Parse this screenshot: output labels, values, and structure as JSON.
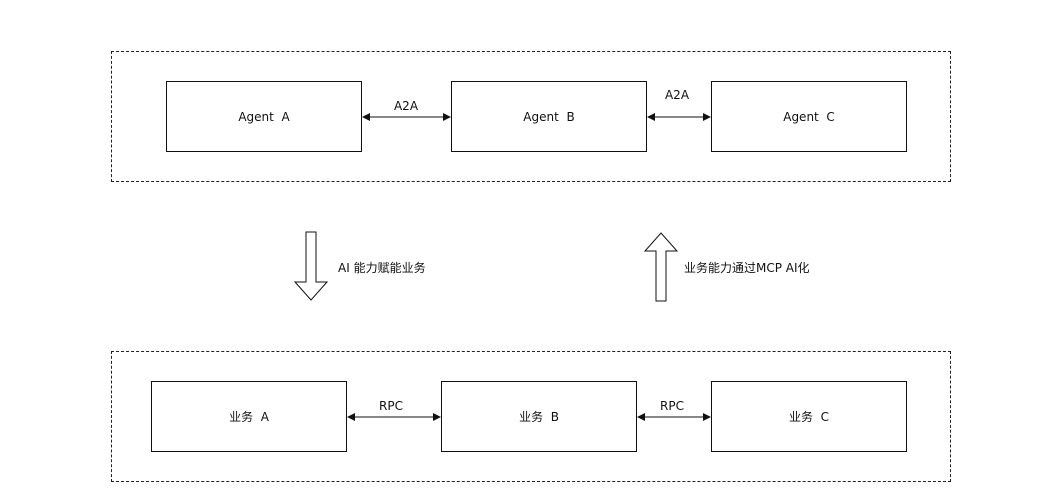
{
  "top_group": {
    "agents": [
      {
        "label": "Agent  A"
      },
      {
        "label": "Agent  B"
      },
      {
        "label": "Agent  C"
      }
    ],
    "links": [
      {
        "label": "A2A"
      },
      {
        "label": "A2A"
      }
    ]
  },
  "bottom_group": {
    "services": [
      {
        "label": "业务  A"
      },
      {
        "label": "业务  B"
      },
      {
        "label": "业务  C"
      }
    ],
    "links": [
      {
        "label": "RPC"
      },
      {
        "label": "RPC"
      }
    ]
  },
  "flows": {
    "down_label": "AI 能力赋能业务",
    "up_label": "业务能力通过MCP AI化"
  }
}
